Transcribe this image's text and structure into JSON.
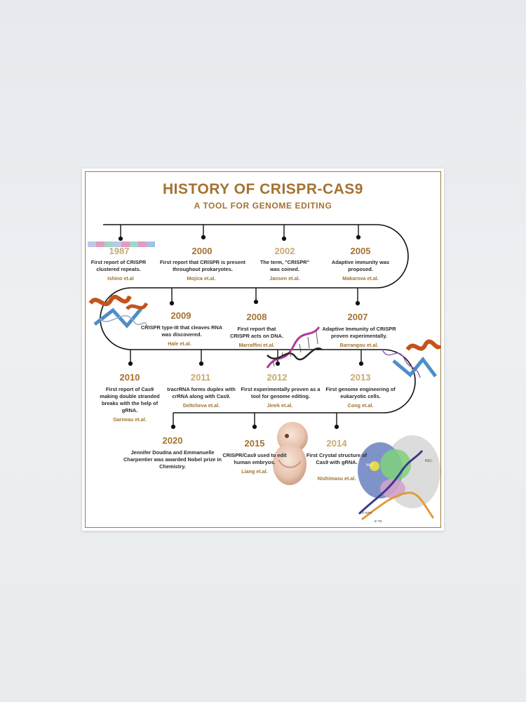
{
  "title": "HISTORY OF CRISPR-CAS9",
  "subtitle": "A TOOL FOR GENOME EDITING",
  "events": [
    {
      "year": "1987",
      "desc": "First report of CRISPR clustered repeats.",
      "ref": "Ishino et.al"
    },
    {
      "year": "2000",
      "desc": "First report that CRISPR is present throughout prokaryotes.",
      "ref": "Mojica et.al."
    },
    {
      "year": "2002",
      "desc": "The term, \"CRISPR\" was coined.",
      "ref": "Jansen et.al."
    },
    {
      "year": "2005",
      "desc": "Adaptive immunity was proposed.",
      "ref": "Makarova et.al."
    },
    {
      "year": "2009",
      "desc": "CRISPR type-III that cleaves RNA was discovered.",
      "ref": "Hale et.al."
    },
    {
      "year": "2008",
      "desc": "First report that CRISPR acts on DNA.",
      "ref": "Marraffini et.al."
    },
    {
      "year": "2007",
      "desc": "Adaptive Immunity of CRISPR proven experimentally.",
      "ref": "Barrangou et.al."
    },
    {
      "year": "2010",
      "desc": "First report of Cas9 making double stranded breaks with the help of gRNA.",
      "ref": "Garneau et.al."
    },
    {
      "year": "2011",
      "desc": "tracrRNA forms duplex with crRNA along with Cas9.",
      "ref": "Deltcheva et.al."
    },
    {
      "year": "2012",
      "desc": "First experimentally proven as a tool for genome editing.",
      "ref": "Jinek et.al."
    },
    {
      "year": "2013",
      "desc": "First genome engineering of eukaryotic cells.",
      "ref": "Cong et.al."
    },
    {
      "year": "2020",
      "desc": "Jennifer Doudna and Emmanuelle Charpentier was awarded Nobel prize in Chemistry.",
      "ref": ""
    },
    {
      "year": "2015",
      "desc": "CRISPR/Cas9 used to edit human embryos.",
      "ref": "Liang et.al."
    },
    {
      "year": "2014",
      "desc": "First Crystal structure of Cas9 with gRNA.",
      "ref": "Nishimasu et.al."
    }
  ],
  "structure_labels": {
    "nuc": "NUC",
    "rec": "REC",
    "end1": "3'-NTS",
    "end2": "5'-TS"
  },
  "colors": {
    "accent": "#a57230",
    "light_accent": "#c9a971",
    "track": "#111111",
    "frame": "#a07a3c"
  }
}
